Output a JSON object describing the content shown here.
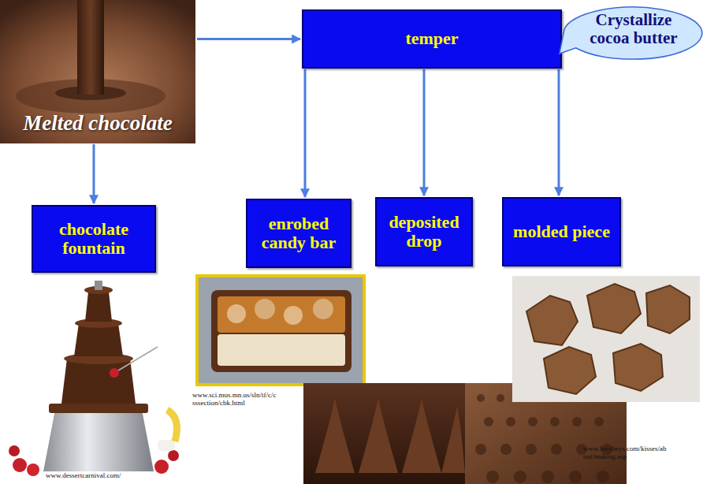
{
  "diagram": {
    "nodes": [
      {
        "text": [
          "Melted chocolate"
        ]
      },
      {
        "text": [
          "temper"
        ]
      },
      {
        "text": [
          "Crystallize cocoa butter"
        ]
      },
      {
        "text": [
          "chocolate fountain"
        ]
      },
      {
        "text": [
          "enrobed candy bar"
        ]
      },
      {
        "text": [
          "deposited drop"
        ]
      },
      {
        "text": [
          "molded piece"
        ]
      }
    ],
    "edges": [
      {
        "from": 0,
        "to": 1,
        "arrow": "to"
      },
      {
        "from": 0,
        "to": 3,
        "arrow": "to"
      },
      {
        "from": 1,
        "to": 4,
        "arrow": "to"
      },
      {
        "from": 1,
        "to": 5,
        "arrow": "to"
      },
      {
        "from": 1,
        "to": 6,
        "arrow": "to"
      }
    ],
    "labels": [
      "www.sci.mus.mn.us/sln/tf/c/c sssection/cbk.html",
      "www.dessertcarnival.com/",
      "www.hersheys.com/kisses/ab out/making.asp"
    ]
  }
}
